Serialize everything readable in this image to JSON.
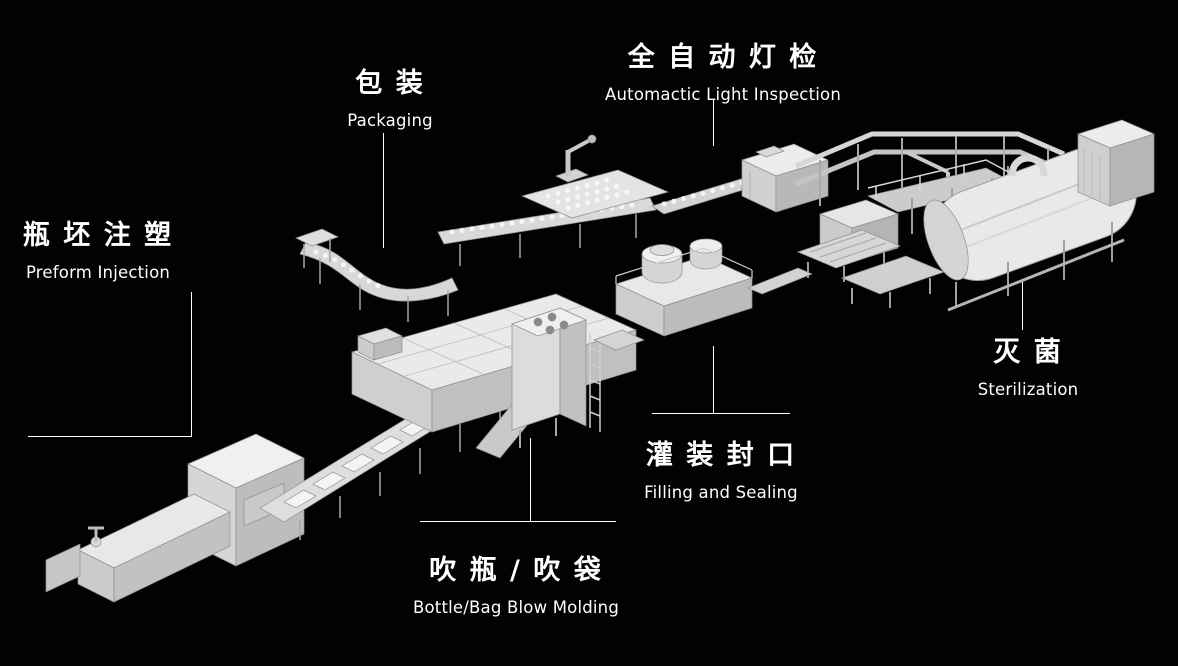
{
  "colors": {
    "background": "#020202",
    "label_text": "#ffffff",
    "connector_line": "#ffffff",
    "machinery_light": "#ededed",
    "machinery_mid": "#cfcfcf",
    "machinery_dark": "#b5b5b5"
  },
  "labels": {
    "preform_injection": {
      "zh": "瓶 坯 注 塑",
      "en": "Preform Injection"
    },
    "packaging": {
      "zh": "包 装",
      "en": "Packaging"
    },
    "light_inspection": {
      "zh": "全 自 动 灯 检",
      "en": "Automactic Light Inspection"
    },
    "sterilization": {
      "zh": "灭 菌",
      "en": "Sterilization"
    },
    "filling_sealing": {
      "zh": "灌 装 封 口",
      "en": "Filling and Sealing"
    },
    "blow_molding": {
      "zh": "吹 瓶 / 吹 袋",
      "en": "Bottle/Bag Blow Molding"
    }
  }
}
